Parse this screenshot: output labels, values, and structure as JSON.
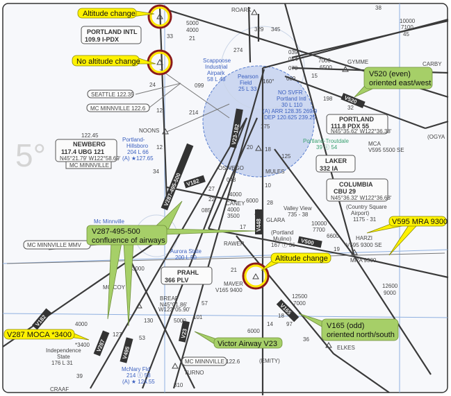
{
  "colors": {
    "callout_yellow": "#fff200",
    "callout_green": "#a6cf68",
    "highlight_ring": "#8b1a1a",
    "airspace_blue": "#7f9ee0"
  },
  "callouts": {
    "altitude_change_top": "Altitude change",
    "no_altitude_change": "No altitude change",
    "v520": [
      "V520 (even)",
      "oriented east/west"
    ],
    "confluence": [
      "V287-495-500",
      "confluence of airways"
    ],
    "v595": "V595 MRA 9300",
    "altitude_change_right": "Altitude change",
    "v165": [
      "V165 (odd)",
      "oriented north/south"
    ],
    "victor_v23": "Victor Airway V23",
    "v287_moca": "V287 MOCA *3400"
  },
  "stations": {
    "portland_intl": [
      "PORTLAND INTL",
      "109.9 I-PDX"
    ],
    "seattle": "SEATTLE 122.35",
    "mcminnville_fss": "MC MINNVILLE 122.6",
    "newberg": {
      "freq_top": "122.45",
      "name": "NEWBERG",
      "ident": "117.4 UBG 121",
      "coords": "N45°21.79' W122°58.69'",
      "fss": "MC MINNVILLE"
    },
    "portland_vor": {
      "name": "PORTLAND",
      "ident": "111.8 PDX 55",
      "coords": "N45°35.62' W122°36.38'"
    },
    "laker": [
      "LAKER",
      "332 IA"
    ],
    "columbia": [
      "COLUMBIA",
      "CBU 29",
      "N45°36.32' W122°36.68'"
    ],
    "prahl": [
      "PRAHL",
      "366 PLV"
    ],
    "mcminnville_mmv": "MC MINNVILLE MMV",
    "mcminnville_bottom": "MC MINNVILLE 122.6"
  },
  "airports": {
    "scappoose": [
      "Scappoose",
      "Industrial",
      "Airpark",
      "58 L 48"
    ],
    "pearson": [
      "Pearson",
      "Field",
      "25 L 33"
    ],
    "portland_intl_apt": [
      "NO SVFR",
      "Portland Intl",
      "30 L 110",
      "(A) ARR 128.35 269.9",
      "DEP 120.625 239.25"
    ],
    "hillsboro": [
      "Portland-",
      "Hillsboro",
      "204 L 66",
      "(A) ★127.65"
    ],
    "troutdale": [
      "Portland-Troutdale",
      "39 ⓛ 54"
    ],
    "aurora": [
      "Aurora State",
      "200 L 50"
    ],
    "mcminnville_apt": "Mc Minnville",
    "independence": [
      "Independence",
      "State",
      "176 L 31"
    ],
    "mcnary": [
      "McNary Fld",
      "214 ⓛ 58",
      "(A) ★ 124.55"
    ],
    "valley_view": [
      "Valley View",
      "735 - 38"
    ],
    "country_square": [
      "(Country Square",
      "Airport)",
      "1175 - 31"
    ],
    "portland_mulino": [
      "(Portland",
      "Mulino)",
      "167 ⓛ 36"
    ]
  },
  "fixes": [
    "ROARK",
    "GYMME",
    "CARBY",
    "(OGYA",
    "NOONS",
    "OSWEGO",
    "MULES",
    "CANEY",
    "GLARA",
    "RAWER",
    "MAVER",
    "HARZI",
    "ELKES",
    "(EMITY)",
    "TURNO",
    "CRAAF",
    "BREAF",
    "MC COY"
  ],
  "mca": [
    "MCA",
    "V595 5500 SE"
  ],
  "harzi_mra": [
    "V595 9300 SE",
    "MRA 9300"
  ],
  "maver_mea": "V165 9400",
  "breaf_coords": [
    "N45°01.86'",
    "W123°05.90'"
  ],
  "airways": [
    "V520",
    "V287-495-500",
    "V23-182",
    "V182",
    "V448",
    "V500",
    "V165",
    "V287",
    "V495",
    "V23",
    "V182"
  ],
  "numbers": {
    "radials": [
      "039",
      "054",
      "070",
      "089",
      "099",
      "214",
      "048",
      "175",
      "125",
      "198",
      "274",
      "160°",
      "329",
      "345",
      "085",
      "310",
      "130"
    ],
    "mileages": [
      "33",
      "24",
      "12",
      "21",
      "15",
      "32",
      "20",
      "18",
      "10",
      "28",
      "17",
      "14",
      "12",
      "45",
      "38",
      "27",
      "22",
      "34",
      "19",
      "57",
      "101",
      "53",
      "127",
      "39",
      "97",
      "36",
      "21",
      "18"
    ],
    "altitudes": [
      "5000",
      "4000",
      "7000",
      "6500",
      "10000",
      "7100",
      "4000",
      "3000",
      "6000",
      "12500",
      "7000",
      "12600",
      "9000",
      "10000",
      "7700",
      "6600",
      "4000",
      "3500",
      "4000",
      "*3400",
      "6000",
      "5000"
    ]
  },
  "magnetic_variation": "5°"
}
